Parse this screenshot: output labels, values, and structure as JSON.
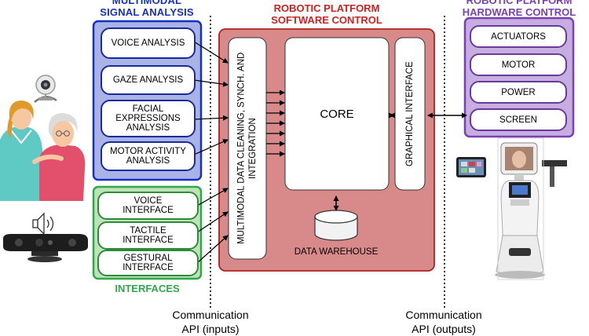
{
  "headers": {
    "multimodal_line1": "MULTIMODAL",
    "multimodal_line2": "SIGNAL ANALYSIS",
    "software_line1": "ROBOTIC PLATFORM",
    "software_line2": "SOFTWARE CONTROL",
    "hardware_line1": "ROBOTIC PLATFORM",
    "hardware_line2": "HARDWARE CONTROL",
    "interfaces": "INTERFACES"
  },
  "signal_analysis": [
    "VOICE ANALYSIS",
    "GAZE ANALYSIS",
    "FACIAL EXPRESSIONS ANALYSIS",
    "MOTOR ACTIVITY ANALYSIS"
  ],
  "interfaces": [
    "VOICE INTERFACE",
    "TACTILE INTERFACE",
    "GESTURAL INTERFACE"
  ],
  "software": {
    "integration": "MULTIMODAL DATA CLEANING, SYNCH. AND INTEGRATION",
    "core": "CORE",
    "graphical": "GRAPHICAL INTERFACE",
    "warehouse": "DATA WAREHOUSE"
  },
  "hardware": [
    "ACTUATORS",
    "MOTOR",
    "POWER",
    "SCREEN"
  ],
  "communication": {
    "inputs_line1": "Communication",
    "inputs_line2": "API (inputs)",
    "outputs_line1": "Communication",
    "outputs_line2": "API (outputs)"
  },
  "colors": {
    "blue_panel": "#a9b3e6",
    "green_panel": "#bfe3b8",
    "red_panel": "#d88a8a",
    "purple_panel": "#c7aee0"
  }
}
